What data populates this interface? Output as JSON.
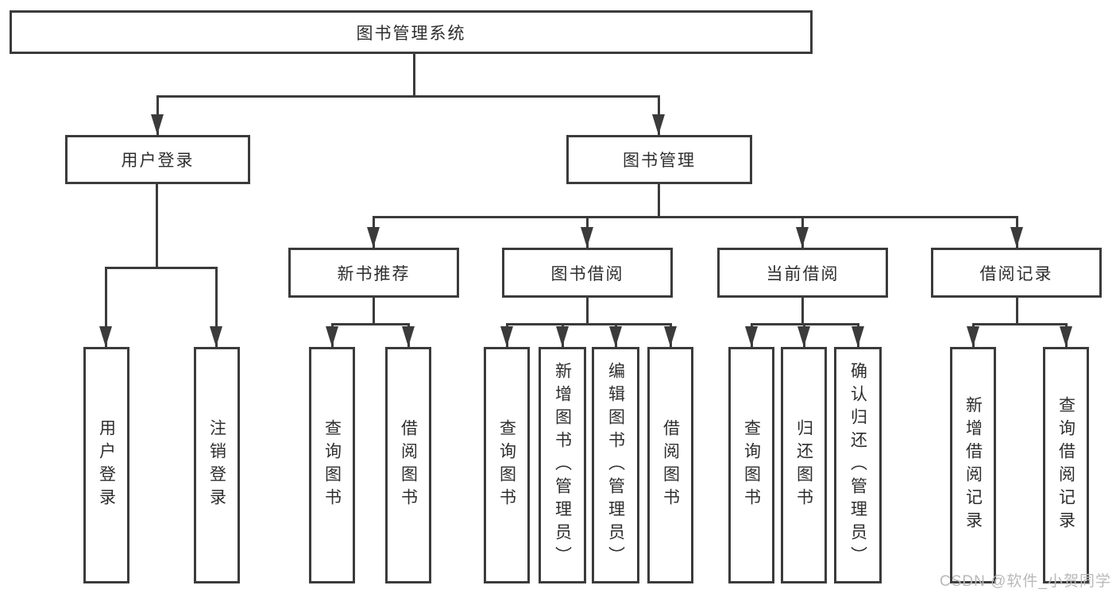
{
  "diagram": {
    "root": {
      "label": "图书管理系统"
    },
    "level2": [
      {
        "id": "user-login",
        "label": "用户登录"
      },
      {
        "id": "book-management",
        "label": "图书管理"
      }
    ],
    "level3": [
      {
        "id": "new-book-recommend",
        "label": "新书推荐"
      },
      {
        "id": "book-borrow",
        "label": "图书借阅"
      },
      {
        "id": "current-borrow",
        "label": "当前借阅"
      },
      {
        "id": "borrow-record",
        "label": "借阅记录"
      }
    ],
    "leaves": [
      {
        "id": "user-login-leaf",
        "label": "用户登录"
      },
      {
        "id": "logout",
        "label": "注销登录"
      },
      {
        "id": "query-book-1",
        "label": "查询图书"
      },
      {
        "id": "borrow-book-1",
        "label": "借阅图书"
      },
      {
        "id": "query-book-2",
        "label": "查询图书"
      },
      {
        "id": "add-book-admin",
        "label": "新增图书（管理员）"
      },
      {
        "id": "edit-book-admin",
        "label": "编辑图书（管理员）"
      },
      {
        "id": "borrow-book-2",
        "label": "借阅图书"
      },
      {
        "id": "query-book-3",
        "label": "查询图书"
      },
      {
        "id": "return-book",
        "label": "归还图书"
      },
      {
        "id": "confirm-return-admin",
        "label": "确认归还（管理员）"
      },
      {
        "id": "add-borrow-record",
        "label": "新增借阅记录"
      },
      {
        "id": "query-borrow-record",
        "label": "查询借阅记录"
      }
    ]
  },
  "watermark": {
    "text": "CSDN @软件_小贺同学"
  },
  "colors": {
    "line": "#3b3b3b",
    "text": "#2e2e2e",
    "watermark": "#b9b9b9",
    "background": "#ffffff"
  }
}
